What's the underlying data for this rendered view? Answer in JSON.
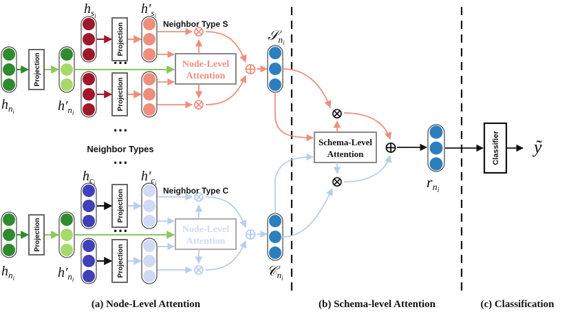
{
  "colors": {
    "green_dark": "#2e8b2e",
    "green_light": "#a6d96a",
    "red_dark": "#a0182a",
    "salmon": "#ee8f7d",
    "blue_dark": "#4040b8",
    "blue_light": "#cfdaf5",
    "teal": "#2b7fbf",
    "arrow_green": "#8cc75a",
    "arrow_salmon": "#ee8f7d",
    "arrow_lightblue": "#b9cdee",
    "black": "#111111"
  },
  "symbols": {
    "h_n": "h",
    "h_n_sub": "n",
    "h_n_subsub": "i",
    "h_n_prime": "h′",
    "h_s": "h",
    "h_s_sub": "s",
    "h_s_subsub": "i",
    "h_s_prime": "h′",
    "h_c": "h",
    "h_c_sub": "c",
    "h_c_subsub": "i",
    "h_c_prime": "h′",
    "S": "𝒮",
    "S_sub": "n",
    "S_subsub": "i",
    "C": "𝒞",
    "C_sub": "n",
    "C_subsub": "i",
    "r": "r",
    "r_sub": "n",
    "r_subsub": "i",
    "y_tilde": "ỹ"
  },
  "labels": {
    "projection": "Projection",
    "neighbor_type_s": "Neighbor Type S",
    "neighbor_type_c": "Neighbor Type C",
    "neighbor_types": "Neighbor Types",
    "node_level_line1": "Node-Level",
    "node_level_line2": "Attention",
    "schema_level_line1": "Schema-Level",
    "schema_level_line2": "Attention",
    "classifier": "Classifier",
    "ellipsis": "⋯",
    "otimes": "⊗",
    "oplus": "⊕"
  },
  "captions": {
    "a": "(a) Node-Level Attention",
    "b": "(b) Schema-level Attention",
    "c": "(c) Classification"
  }
}
